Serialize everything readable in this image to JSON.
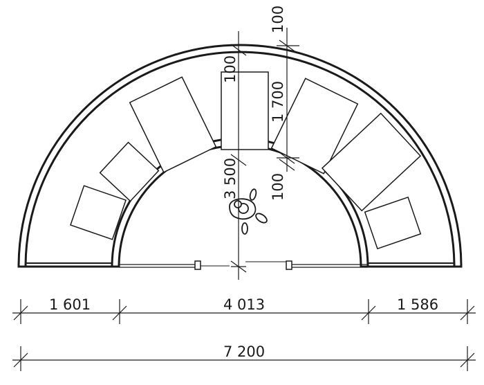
{
  "drawing": {
    "type": "architectural floor plan",
    "shape": "semicircular room",
    "colors": {
      "line": "#1a1a1a",
      "wall_fill": "#ffffff",
      "background": "#ffffff"
    }
  },
  "dimensions": {
    "bottom_segments": [
      "1 601",
      "4 013",
      "1 586"
    ],
    "overall_width": "7 200",
    "radius_inner": "3 500",
    "top_wall": "100",
    "depth": "1 700",
    "inner_wall": "100",
    "table_offset": "100"
  },
  "furniture": {
    "tables": 7,
    "person_icon": "person-walking-icon",
    "doors": 2
  }
}
